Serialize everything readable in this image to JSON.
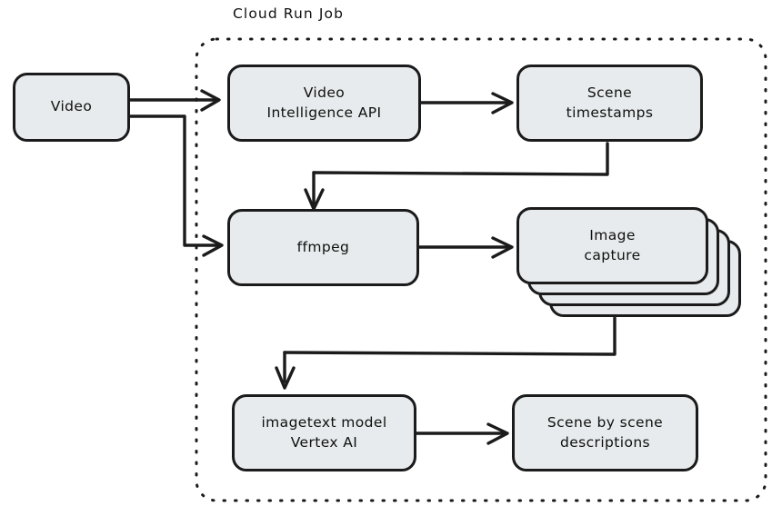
{
  "diagram": {
    "title": "Cloud Run Job",
    "background_color": "#ffffff",
    "node_fill_color": "#e7ebed",
    "node_stroke_color": "#1b1b1b",
    "text_color": "#10100f",
    "group_border_style": "dotted",
    "nodes": {
      "video": {
        "label": "Video"
      },
      "video_intelligence_api": {
        "label": "Video\nIntelligence API"
      },
      "scene_timestamps": {
        "label": "Scene\ntimestamps"
      },
      "ffmpeg": {
        "label": "ffmpeg"
      },
      "image_capture": {
        "label": "Image\ncapture",
        "stack_count": 4
      },
      "imagetext_model": {
        "label": "imagetext model\nVertex AI"
      },
      "scene_descriptions": {
        "label": "Scene by scene\ndescriptions"
      }
    },
    "edges": [
      {
        "from": "video",
        "to": "video_intelligence_api",
        "style": "straight-arrow"
      },
      {
        "from": "video",
        "to": "ffmpeg",
        "style": "elbow-arrow"
      },
      {
        "from": "video_intelligence_api",
        "to": "scene_timestamps",
        "style": "straight-arrow"
      },
      {
        "from": "scene_timestamps",
        "to": "ffmpeg",
        "style": "elbow-arrow"
      },
      {
        "from": "ffmpeg",
        "to": "image_capture",
        "style": "straight-arrow"
      },
      {
        "from": "image_capture",
        "to": "imagetext_model",
        "style": "elbow-arrow"
      },
      {
        "from": "imagetext_model",
        "to": "scene_descriptions",
        "style": "straight-arrow"
      }
    ]
  }
}
